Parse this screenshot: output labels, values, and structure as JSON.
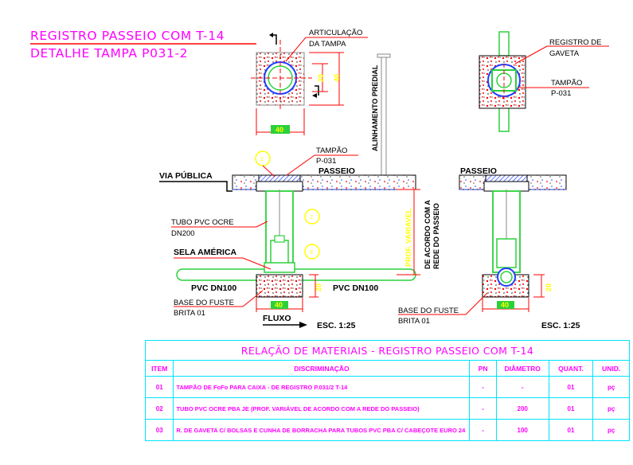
{
  "title": {
    "line1": "REGISTRO  PASSEIO  COM  T-14",
    "line2": "DETALHE  TAMPA  P031-2"
  },
  "labels": {
    "articulacao_1": "ARTICULAÇÃO",
    "articulacao_2": "DA TAMPA",
    "alinhamento": "ALINHAMENTO  PREDIAL",
    "registro_1": "REGISTRO DE",
    "registro_2": "GAVETA",
    "tampao_top": "TAMPÃO",
    "tampao_top_code": "P-031",
    "tampao_mid": "TAMPÃO",
    "tampao_mid_code": "P-031",
    "via_publica": "VIA PÚBLICA",
    "passeio_left": "PASSEIO",
    "passeio_right": "PASSEIO",
    "tubo_1": "TUBO PVC OCRE",
    "tubo_2": "DN200",
    "sela": "SELA AMÉRICA",
    "pvc_left": "PVC  DN100",
    "pvc_right": "PVC  DN100",
    "base_1": "BASE DO FUSTE",
    "base_2": "BRITA 01",
    "base_right_1": "BASE DO FUSTE",
    "base_right_2": "BRITA 01",
    "fluxo": "FLUXO",
    "escala_left": "ESC.  1:25",
    "escala_right": "ESC.  1:25",
    "prof_variavel": "PROF. VARIAVEL",
    "de_acordo_1": "DE ACORDO COM A",
    "de_acordo_2": "REDE DO PASSEIO"
  },
  "dimensions": {
    "plan_width": "40",
    "plan_h_inner": "20",
    "plan_h_outer": "40",
    "base_width": "40",
    "base_height": "20",
    "right_base_width": "40",
    "right_base_height": "20"
  },
  "callouts": [
    "1",
    "2",
    "3"
  ],
  "materials": {
    "title": "RELAÇÃO  DE  MATERIAIS  -  REGISTRO  PASSEIO  COM  T-14",
    "headers": [
      "ITEM",
      "DISCRIMINAÇÃO",
      "PN",
      "DIÂMETRO",
      "QUANT.",
      "UNID."
    ],
    "rows": [
      {
        "item": "01",
        "desc": "TAMPÃO DE FoFo PARA CAIXA - DE REGISTRO P.031/2 T-14",
        "pn": "-",
        "diametro": "-",
        "quant": "01",
        "unid": "pç"
      },
      {
        "item": "02",
        "desc": "TUBO PVC OCRE PBA JE (PROF. VARIÁVEL DE ACORDO COM A REDE DO PASSEIO)",
        "pn": "-",
        "diametro": "200",
        "quant": "01",
        "unid": "pç"
      },
      {
        "item": "03",
        "desc": "R. DE GAVETA C/ BOLSAS E CUNHA DE BORRACHA PARA TUBOS PVC PBA C/ CABEÇOTE EURO 24",
        "pn": "-",
        "diametro": "100",
        "quant": "01",
        "unid": "pç"
      }
    ]
  },
  "colors": {
    "magenta": "#ff00ff",
    "cyan": "#00e5ff",
    "red": "#ff0000",
    "green": "#2bd13b",
    "yellow": "#ffff00",
    "blue": "#1f3fff"
  }
}
